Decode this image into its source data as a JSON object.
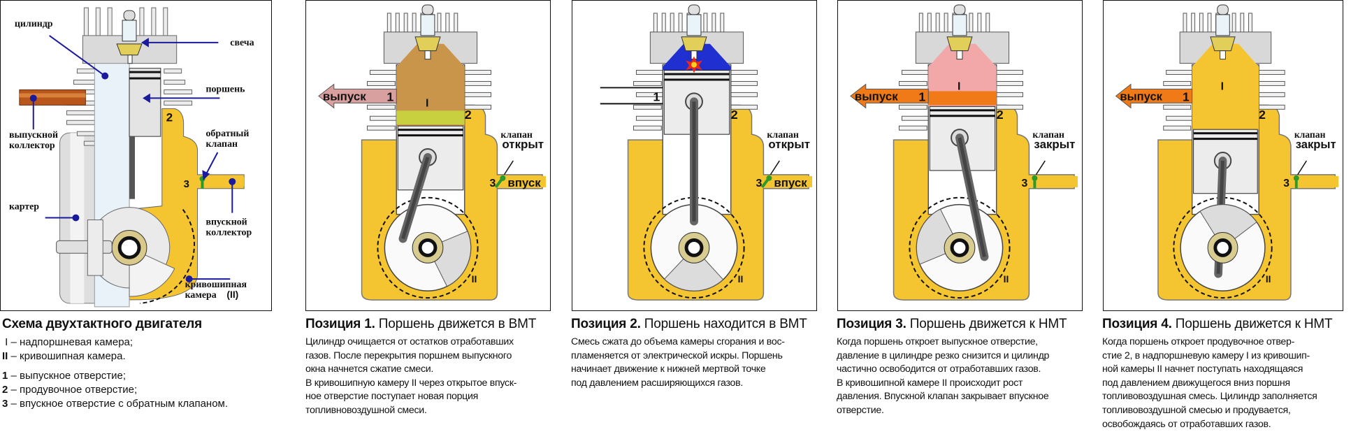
{
  "colors": {
    "yellow": "#f5c431",
    "exhaust_arrow": "#d9a0a0",
    "exhaust_arrow_hot": "#f07a18",
    "combustion_blue": "#1f2fd0",
    "burnt_gas_brown": "#c9954a",
    "hot_pink": "#f2a8a8",
    "pointer_blue": "#1a1a9c",
    "valve_green": "#2a9a2a",
    "metal_gray": "#d4d4d4"
  },
  "overview": {
    "labels": {
      "cylinder": "цилиндр",
      "spark_plug": "свеча",
      "piston": "поршень",
      "exhaust_collector_1": "выпускной",
      "exhaust_collector_2": "коллектор",
      "check_valve_1": "обратный",
      "check_valve_2": "клапан",
      "crankcase": "картер",
      "intake_collector_1": "впускной",
      "intake_collector_2": "коллектор",
      "crank_chamber_1": "кривошипная",
      "crank_chamber_2": "камера",
      "crank_chamber_num": "(II)",
      "port_2": "2",
      "port_3": "3"
    },
    "caption": {
      "title": "Схема двухтактного двигателя",
      "legend": [
        {
          "key": "I",
          "text": " – надпоршневая камера;"
        },
        {
          "key": "II",
          "text": " – кривошипная камера."
        },
        {
          "key": "1",
          "text": " – выпускное отверстие;"
        },
        {
          "key": "2",
          "text": " – продувочное отверстие;"
        },
        {
          "key": "3",
          "text": " – впускное отверстие с обратным клапаном."
        }
      ]
    }
  },
  "positions": [
    {
      "diagram": {
        "exhaust": "выпуск",
        "intake": "впуск",
        "valve_1": "клапан",
        "valve_2": "открыт",
        "port_1": "1",
        "port_2": "2",
        "port_3": "3",
        "chamber_1": "I",
        "chamber_2": "II"
      },
      "title_bold": "Позиция 1.",
      "title_rest": " Поршень движется в ВМТ",
      "lines": [
        "Цилиндр очищается от остатков отработавших",
        "газов. После перекрытия поршнем выпускного",
        "окна начнется сжатие смеси.",
        "В кривошипную камеру II через открытое впуск-",
        "ное отверстие поступает новая порция",
        "топливновоздушной смеси."
      ]
    },
    {
      "diagram": {
        "exhaust": "",
        "intake": "впуск",
        "valve_1": "клапан",
        "valve_2": "открыт",
        "port_1": "1",
        "port_2": "2",
        "port_3": "3",
        "chamber_1": "",
        "chamber_2": "II"
      },
      "title_bold": "Позиция 2.",
      "title_rest": " Поршень находится в ВМТ",
      "lines": [
        "Смесь сжата до объема камеры сгорания и вос-",
        "пламеняется от электрической искры. Поршень",
        "начинает движение к нижней мертвой точке",
        "под давлением расширяющихся газов."
      ]
    },
    {
      "diagram": {
        "exhaust": "выпуск",
        "intake": "",
        "valve_1": "клапан",
        "valve_2": "закрыт",
        "port_1": "1",
        "port_2": "2",
        "port_3": "3",
        "chamber_1": "I",
        "chamber_2": "II"
      },
      "title_bold": "Позиция 3.",
      "title_rest": " Поршень движется к НМТ",
      "lines": [
        "Когда поршень откроет выпускное отверстие,",
        "давление в цилиндре резко снизится и цилиндр",
        "частично освободится от отработавших газов.",
        "В кривошипной камере II происходит рост",
        "давления. Впускной клапан закрывает впускное",
        "отверстие."
      ]
    },
    {
      "diagram": {
        "exhaust": "выпуск",
        "intake": "",
        "valve_1": "клапан",
        "valve_2": "закрыт",
        "port_1": "1",
        "port_2": "2",
        "port_3": "3",
        "chamber_1": "I",
        "chamber_2": "II"
      },
      "title_bold": "Позиция 4.",
      "title_rest": " Поршень движется к НМТ",
      "lines": [
        "Когда поршень откроет продувочное отвер-",
        "стие 2, в надпоршневую камеру I из кривошип-",
        "ной камеры II начнет поступать находящаяся",
        "под давлением движущегося вниз поршня",
        "топливовоздушная смесь. Цилиндр заполняется",
        "топливовоздушной смесью и продувается,",
        "освобождаясь от отработавших газов."
      ]
    }
  ]
}
